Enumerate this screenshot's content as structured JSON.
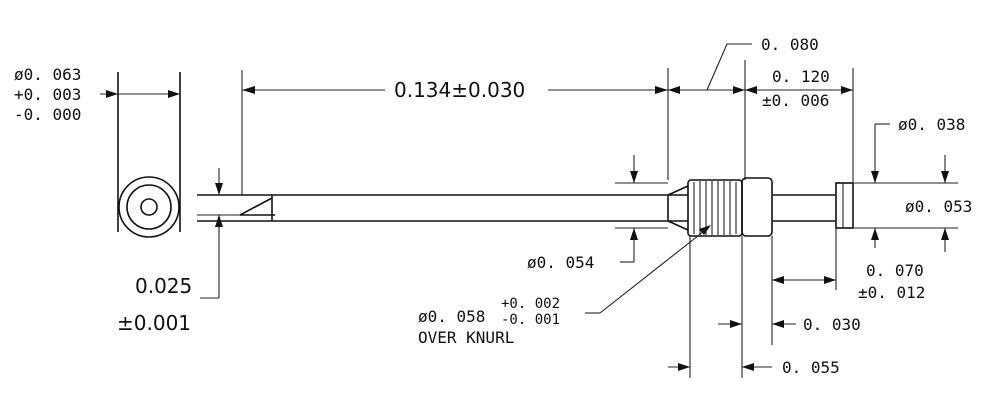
{
  "drawing": {
    "end_view": {
      "dia_label": "ø0. 063",
      "tol_plus": "+0. 003",
      "tol_minus": "-0. 000"
    },
    "length_label": "0.134±0.030",
    "collar_width_label": "0. 080",
    "tail_length": {
      "line1": "0. 120",
      "line2": "±0. 006"
    },
    "tip_dia_label": "ø0. 038",
    "outer_dia_label": "ø0. 053",
    "shank_dia_label": "ø0. 054",
    "flat_depth": {
      "line1": "0.025",
      "line2": "±0.001"
    },
    "knurl": {
      "dia": "ø0. 058",
      "tol_plus": "+0. 002",
      "tol_minus": "-0. 001",
      "note": "OVER KNURL"
    },
    "tip_length": {
      "line1": "0. 070",
      "line2": "±0. 012"
    },
    "collar_thick_label": "0. 030",
    "knurl_length_label": "0. 055"
  }
}
